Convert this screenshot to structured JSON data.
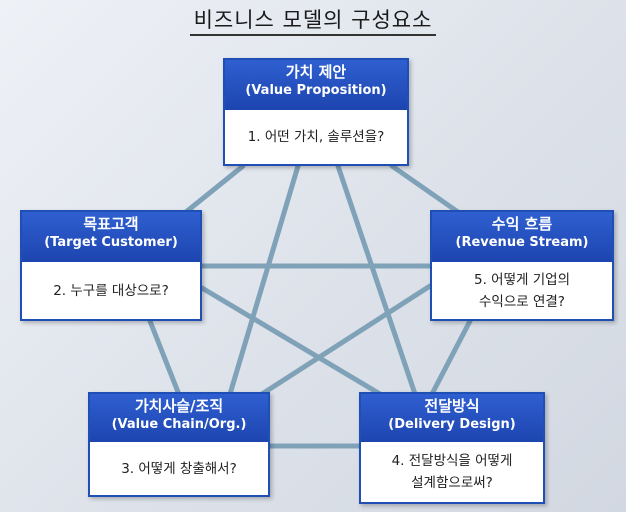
{
  "title": "비즈니스 모델의 구성요소",
  "nodes": {
    "top": {
      "title_ko": "가치 제안",
      "title_en": "(Value Proposition)",
      "question": "1. 어떤 가치, 솔루션을?"
    },
    "left": {
      "title_ko": "목표고객",
      "title_en": "(Target Customer)",
      "question": "2. 누구를 대상으로?"
    },
    "right": {
      "title_ko": "수익 흐름",
      "title_en": "(Revenue Stream)",
      "question": "5. 어떻게 기업의\n수익으로 연결?"
    },
    "bottom_left": {
      "title_ko": "가치사슬/조직",
      "title_en": "(Value Chain/Org.)",
      "question": "3. 어떻게 창출해서?"
    },
    "bottom_right": {
      "title_ko": "전달방식",
      "title_en": "(Delivery Design)",
      "question": "4. 전달방식을 어떻게\n설계함으로써?"
    }
  },
  "colors": {
    "header": "#1f4fb4",
    "connector": "#7fa2b8"
  }
}
